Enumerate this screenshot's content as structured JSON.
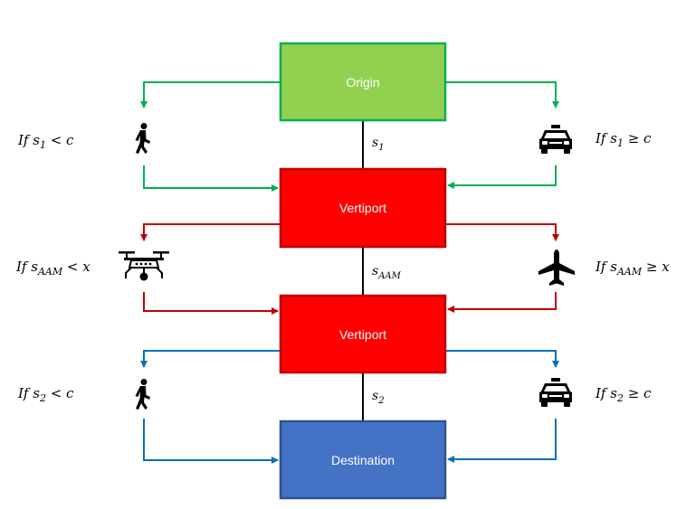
{
  "colors": {
    "green": "#00b050",
    "red": "#c00000",
    "blue": "#0070c0",
    "origin_fill": "#92d050",
    "vertiport_fill": "#ff0000",
    "destination_fill": "#4472c4"
  },
  "boxes": {
    "origin": "Origin",
    "vertiport_1": "Vertiport",
    "vertiport_2": "Vertiport",
    "destination": "Destination"
  },
  "segments": {
    "s1": {
      "base": "s",
      "sub": "1"
    },
    "s_aam": {
      "base": "s",
      "sub": "AAM"
    },
    "s2": {
      "base": "s",
      "sub": "2"
    }
  },
  "conditions": {
    "left_1": {
      "prefix": "If s",
      "sub": "1",
      "suffix": " < c"
    },
    "right_1": {
      "prefix": "If s",
      "sub": "1",
      "suffix": "  ≥ c"
    },
    "left_2": {
      "prefix": "If s",
      "sub": "AAM",
      "suffix": " < x"
    },
    "right_2": {
      "prefix": "If s",
      "sub": "AAM",
      "suffix": " ≥ x"
    },
    "left_3": {
      "prefix": "If s",
      "sub": "2",
      "suffix": " < c"
    },
    "right_3": {
      "prefix": "If s",
      "sub": "2",
      "suffix": "  ≥ c"
    }
  },
  "icons": {
    "left_1": "pedestrian-icon",
    "right_1": "taxi-icon",
    "left_2": "drone-icon",
    "right_2": "airplane-icon",
    "left_3": "pedestrian-icon",
    "right_3": "taxi-icon"
  }
}
